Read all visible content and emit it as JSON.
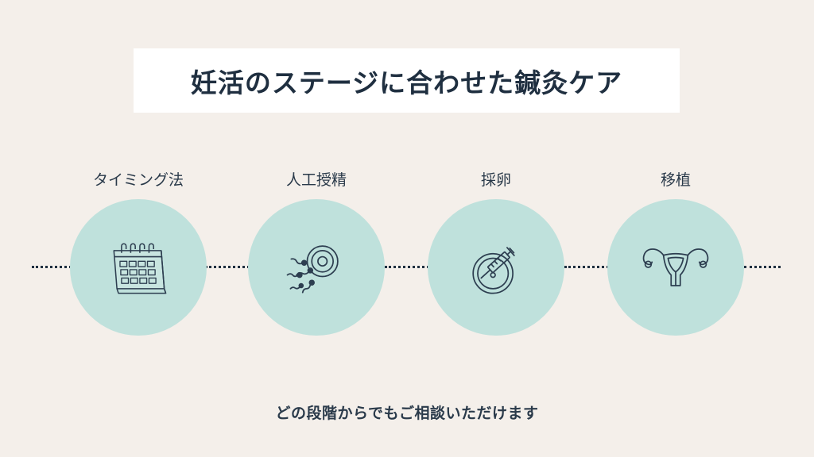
{
  "title": "妊活のステージに合わせた鍼灸ケア",
  "stages": [
    {
      "label": "タイミング法",
      "icon": "calendar-icon"
    },
    {
      "label": "人工授精",
      "icon": "sperm-egg-icon"
    },
    {
      "label": "採卵",
      "icon": "syringe-dish-icon"
    },
    {
      "label": "移植",
      "icon": "uterus-icon"
    }
  ],
  "footer": "どの段階からでもご相談いただけます",
  "colors": {
    "background": "#f4efea",
    "circle": "#bfe1dc",
    "text": "#1f2f40",
    "title_box": "#ffffff"
  }
}
